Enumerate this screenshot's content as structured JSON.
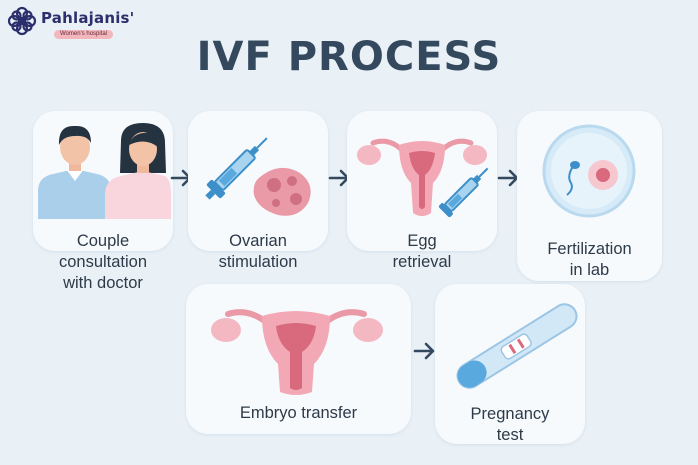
{
  "brand": {
    "name": "Pahlajanis'",
    "tagline": "Women's hospital"
  },
  "title": "IVF PROCESS",
  "colors": {
    "background": "#e9f1f7",
    "title": "#34495e",
    "brand_navy": "#2b2f6b",
    "accent_pink": "#e99aa6"
  },
  "steps": [
    {
      "label": "Couple\nconsultation\nwith doctor",
      "icon": "couple-icon"
    },
    {
      "label": "Ovarian\nstimulation",
      "icon": "syringe-ovary-icon"
    },
    {
      "label": "Egg\nretrieval",
      "icon": "uterus-syringe-icon"
    },
    {
      "label": "Fertilization\nin lab",
      "icon": "petri-dish-icon"
    },
    {
      "label": "Embryo transfer",
      "icon": "uterus-icon"
    },
    {
      "label": "Pregnancy\ntest",
      "icon": "pregnancy-test-icon"
    }
  ]
}
